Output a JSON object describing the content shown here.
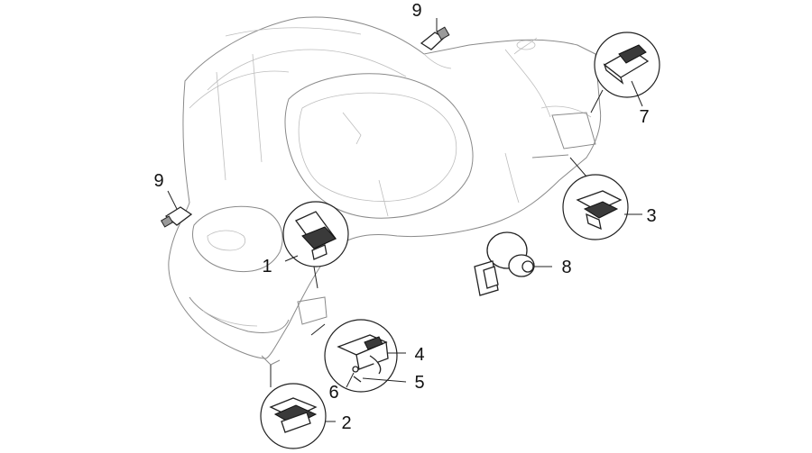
{
  "diagram": {
    "callouts": [
      {
        "id": "c1",
        "label": "1"
      },
      {
        "id": "c2",
        "label": "2"
      },
      {
        "id": "c3",
        "label": "3"
      },
      {
        "id": "c4",
        "label": "4"
      },
      {
        "id": "c5",
        "label": "5"
      },
      {
        "id": "c6",
        "label": "6"
      },
      {
        "id": "c7",
        "label": "7"
      },
      {
        "id": "c8",
        "label": "8"
      },
      {
        "id": "c9a",
        "label": "9"
      },
      {
        "id": "c9b",
        "label": "9"
      }
    ]
  }
}
